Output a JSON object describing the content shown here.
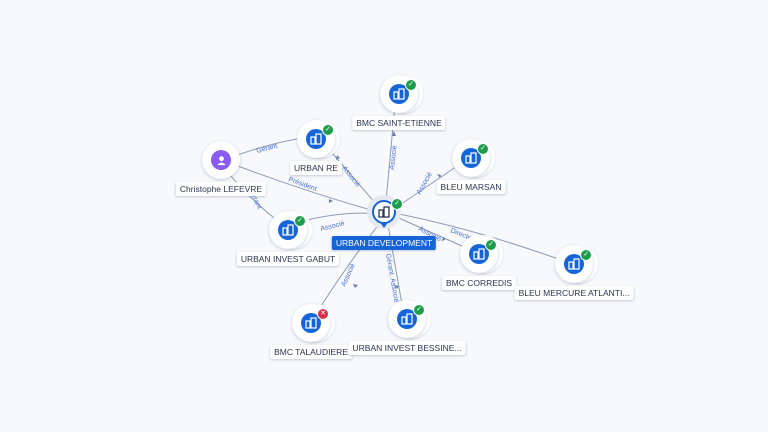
{
  "graph": {
    "center": {
      "label": "URBAN DEVELOPMENT",
      "icon": "building-icon",
      "status": "ok"
    },
    "nodes": [
      {
        "id": "bmc_st_etienne",
        "label": "BMC SAINT-ETIENNE",
        "icon": "building-icon",
        "status": "ok"
      },
      {
        "id": "urban_re",
        "label": "URBAN RE",
        "icon": "building-icon",
        "status": "ok"
      },
      {
        "id": "bleu_marsan",
        "label": "BLEU MARSAN",
        "icon": "building-icon",
        "status": "ok"
      },
      {
        "id": "christophe",
        "label": "Christophe LEFEVRE",
        "icon": "person-icon",
        "status": "none"
      },
      {
        "id": "urban_invest_gabut",
        "label": "URBAN INVEST GABUT",
        "icon": "building-icon",
        "status": "ok"
      },
      {
        "id": "bmc_corredis",
        "label": "BMC CORREDIS",
        "icon": "building-icon",
        "status": "ok"
      },
      {
        "id": "bleu_mercure",
        "label": "BLEU MERCURE ATLANTI...",
        "icon": "building-icon",
        "status": "ok"
      },
      {
        "id": "bmc_taludiere",
        "label": "BMC TALAUDIERE",
        "icon": "building-icon",
        "status": "ko"
      },
      {
        "id": "urban_invest_bessine",
        "label": "URBAN INVEST BESSINE...",
        "icon": "building-icon",
        "status": "ok"
      }
    ],
    "edge_labels": {
      "st_etienne": "Associé",
      "urban_re": "Associé",
      "bleu_marsan": "Associé",
      "christophe_president": "Président",
      "christophe_gerant": "Gérant",
      "christophe_gabut": "Gérant",
      "gabut": "Associé",
      "corredis_associe": "Associé",
      "corredis_directeur": "Directeur général",
      "taludiere": "Associé",
      "bessine": "Gérant, Associé"
    }
  }
}
